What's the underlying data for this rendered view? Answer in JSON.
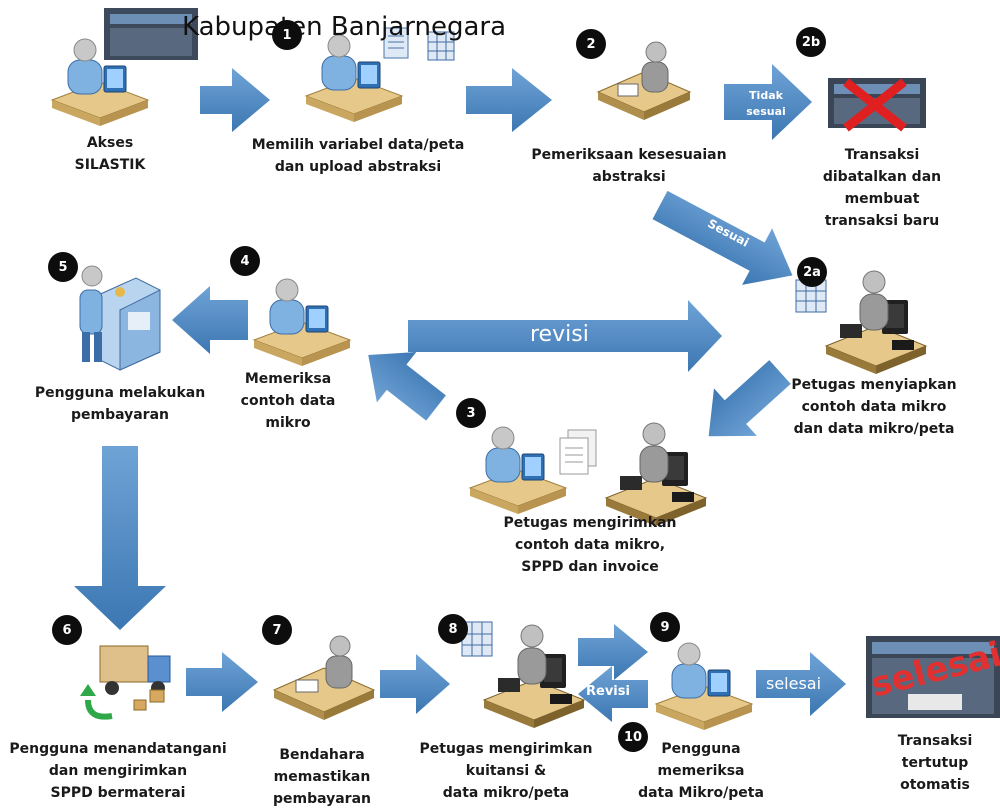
{
  "title": "Kabupaten Banjarnegara",
  "steps": {
    "s1": "1",
    "s2": "2",
    "s2a": "2a",
    "s2b": "2b",
    "s3": "3",
    "s4": "4",
    "s5": "5",
    "s6": "6",
    "s7": "7",
    "s8": "8",
    "s9": "9",
    "s10": "10"
  },
  "labels": {
    "akses": [
      "Akses",
      "SILASTIK"
    ],
    "memilih": [
      "Memilih variabel data/peta",
      "dan upload abstraksi"
    ],
    "pemeriksaan": [
      "Pemeriksaan kesesuaian",
      "abstraksi"
    ],
    "transaksi_batal": [
      "Transaksi",
      "dibatalkan dan",
      "membuat",
      "transaksi baru"
    ],
    "pembayaran": [
      "Pengguna melakukan",
      "pembayaran"
    ],
    "memeriksa": [
      "Memeriksa",
      "contoh data",
      "mikro"
    ],
    "petugas_siapkan": [
      "Petugas menyiapkan",
      "contoh data mikro",
      "dan data mikro/peta"
    ],
    "petugas_kirim_contoh": [
      "Petugas mengirimkan",
      "contoh data mikro,",
      "SPPD dan invoice"
    ],
    "pengguna_ttd": [
      "Pengguna menandatangani",
      "dan mengirimkan",
      "SPPD bermaterai"
    ],
    "bendahara": [
      "Bendahara",
      "memastikan",
      "pembayaran"
    ],
    "petugas_kuitansi": [
      "Petugas mengirimkan",
      "kuitansi &",
      "data mikro/peta"
    ],
    "pengguna_periksa": [
      "Pengguna",
      "memeriksa",
      "data Mikro/peta"
    ],
    "transaksi_tutup": [
      "Transaksi",
      "tertutup",
      "otomatis"
    ]
  },
  "arrows": {
    "tidak_sesuai": [
      "Tidak",
      "sesuai"
    ],
    "sesuai": "Sesuai",
    "revisi_big": "revisi",
    "revisi_small": "Revisi",
    "selesai": "selesai"
  },
  "stamp": "selesai",
  "colors": {
    "arrow": "#4a86c0",
    "number_badge": "#0d0d0d",
    "person_shirt": "#7fb2e0",
    "person_head": "#c8c8c8",
    "desk": "#e6c98a",
    "stamp_red": "#e03030"
  }
}
